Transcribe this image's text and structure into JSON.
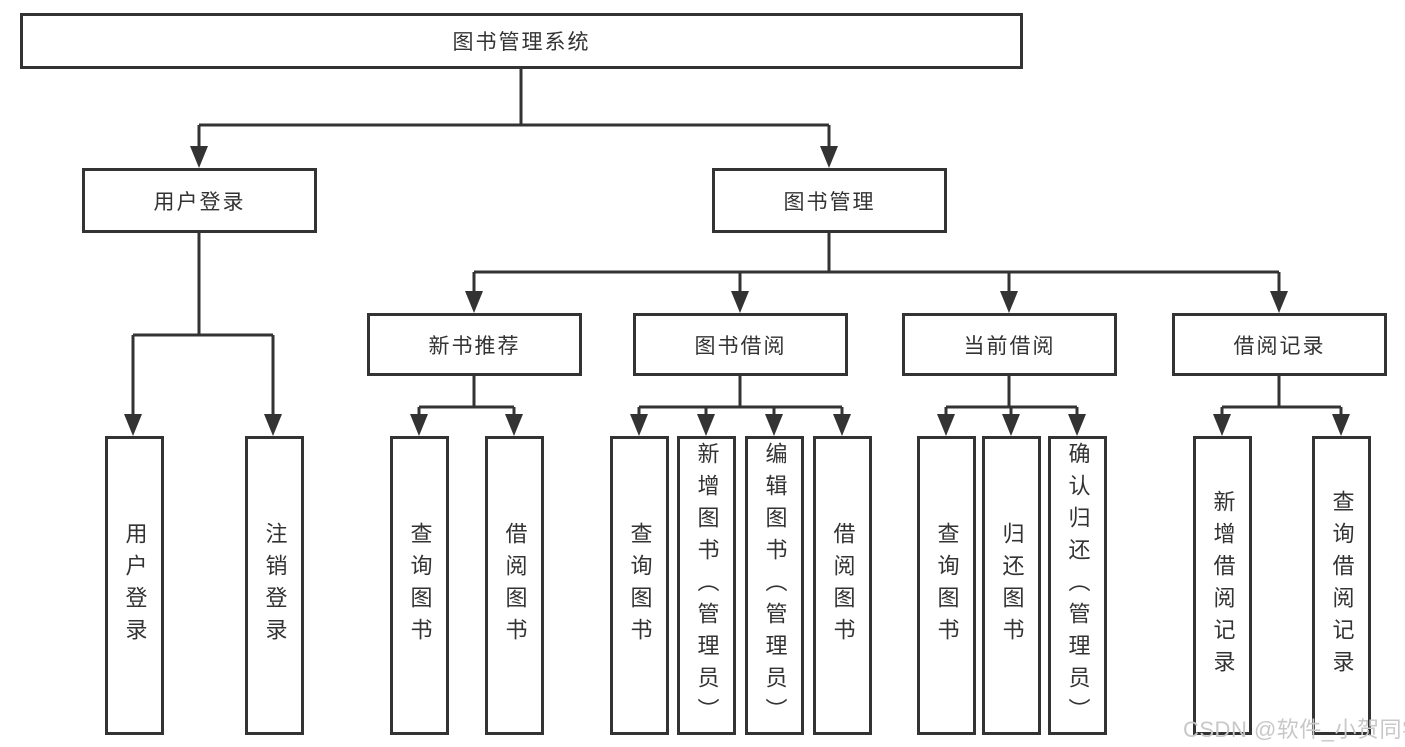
{
  "colors": {
    "line": "#333333",
    "box_border": "#333333",
    "text": "#333333",
    "watermark": "#c8c8c8",
    "background": "#ffffff"
  },
  "tree": {
    "root": {
      "label": "图书管理系统",
      "children": [
        {
          "label": "用户登录",
          "children": [
            {
              "label": "用户登录"
            },
            {
              "label": "注销登录"
            }
          ]
        },
        {
          "label": "图书管理",
          "children": [
            {
              "label": "新书推荐",
              "children": [
                {
                  "label": "查询图书"
                },
                {
                  "label": "借阅图书"
                }
              ]
            },
            {
              "label": "图书借阅",
              "children": [
                {
                  "label": "查询图书"
                },
                {
                  "label": "新增图书（管理员）"
                },
                {
                  "label": "编辑图书（管理员）"
                },
                {
                  "label": "借阅图书"
                }
              ]
            },
            {
              "label": "当前借阅",
              "children": [
                {
                  "label": "查询图书"
                },
                {
                  "label": "归还图书"
                },
                {
                  "label": "确认归还（管理员）"
                }
              ]
            },
            {
              "label": "借阅记录",
              "children": [
                {
                  "label": "新增借阅记录"
                },
                {
                  "label": "查询借阅记录"
                }
              ]
            }
          ]
        }
      ]
    }
  },
  "watermark": "CSDN @软件_小贺同学"
}
